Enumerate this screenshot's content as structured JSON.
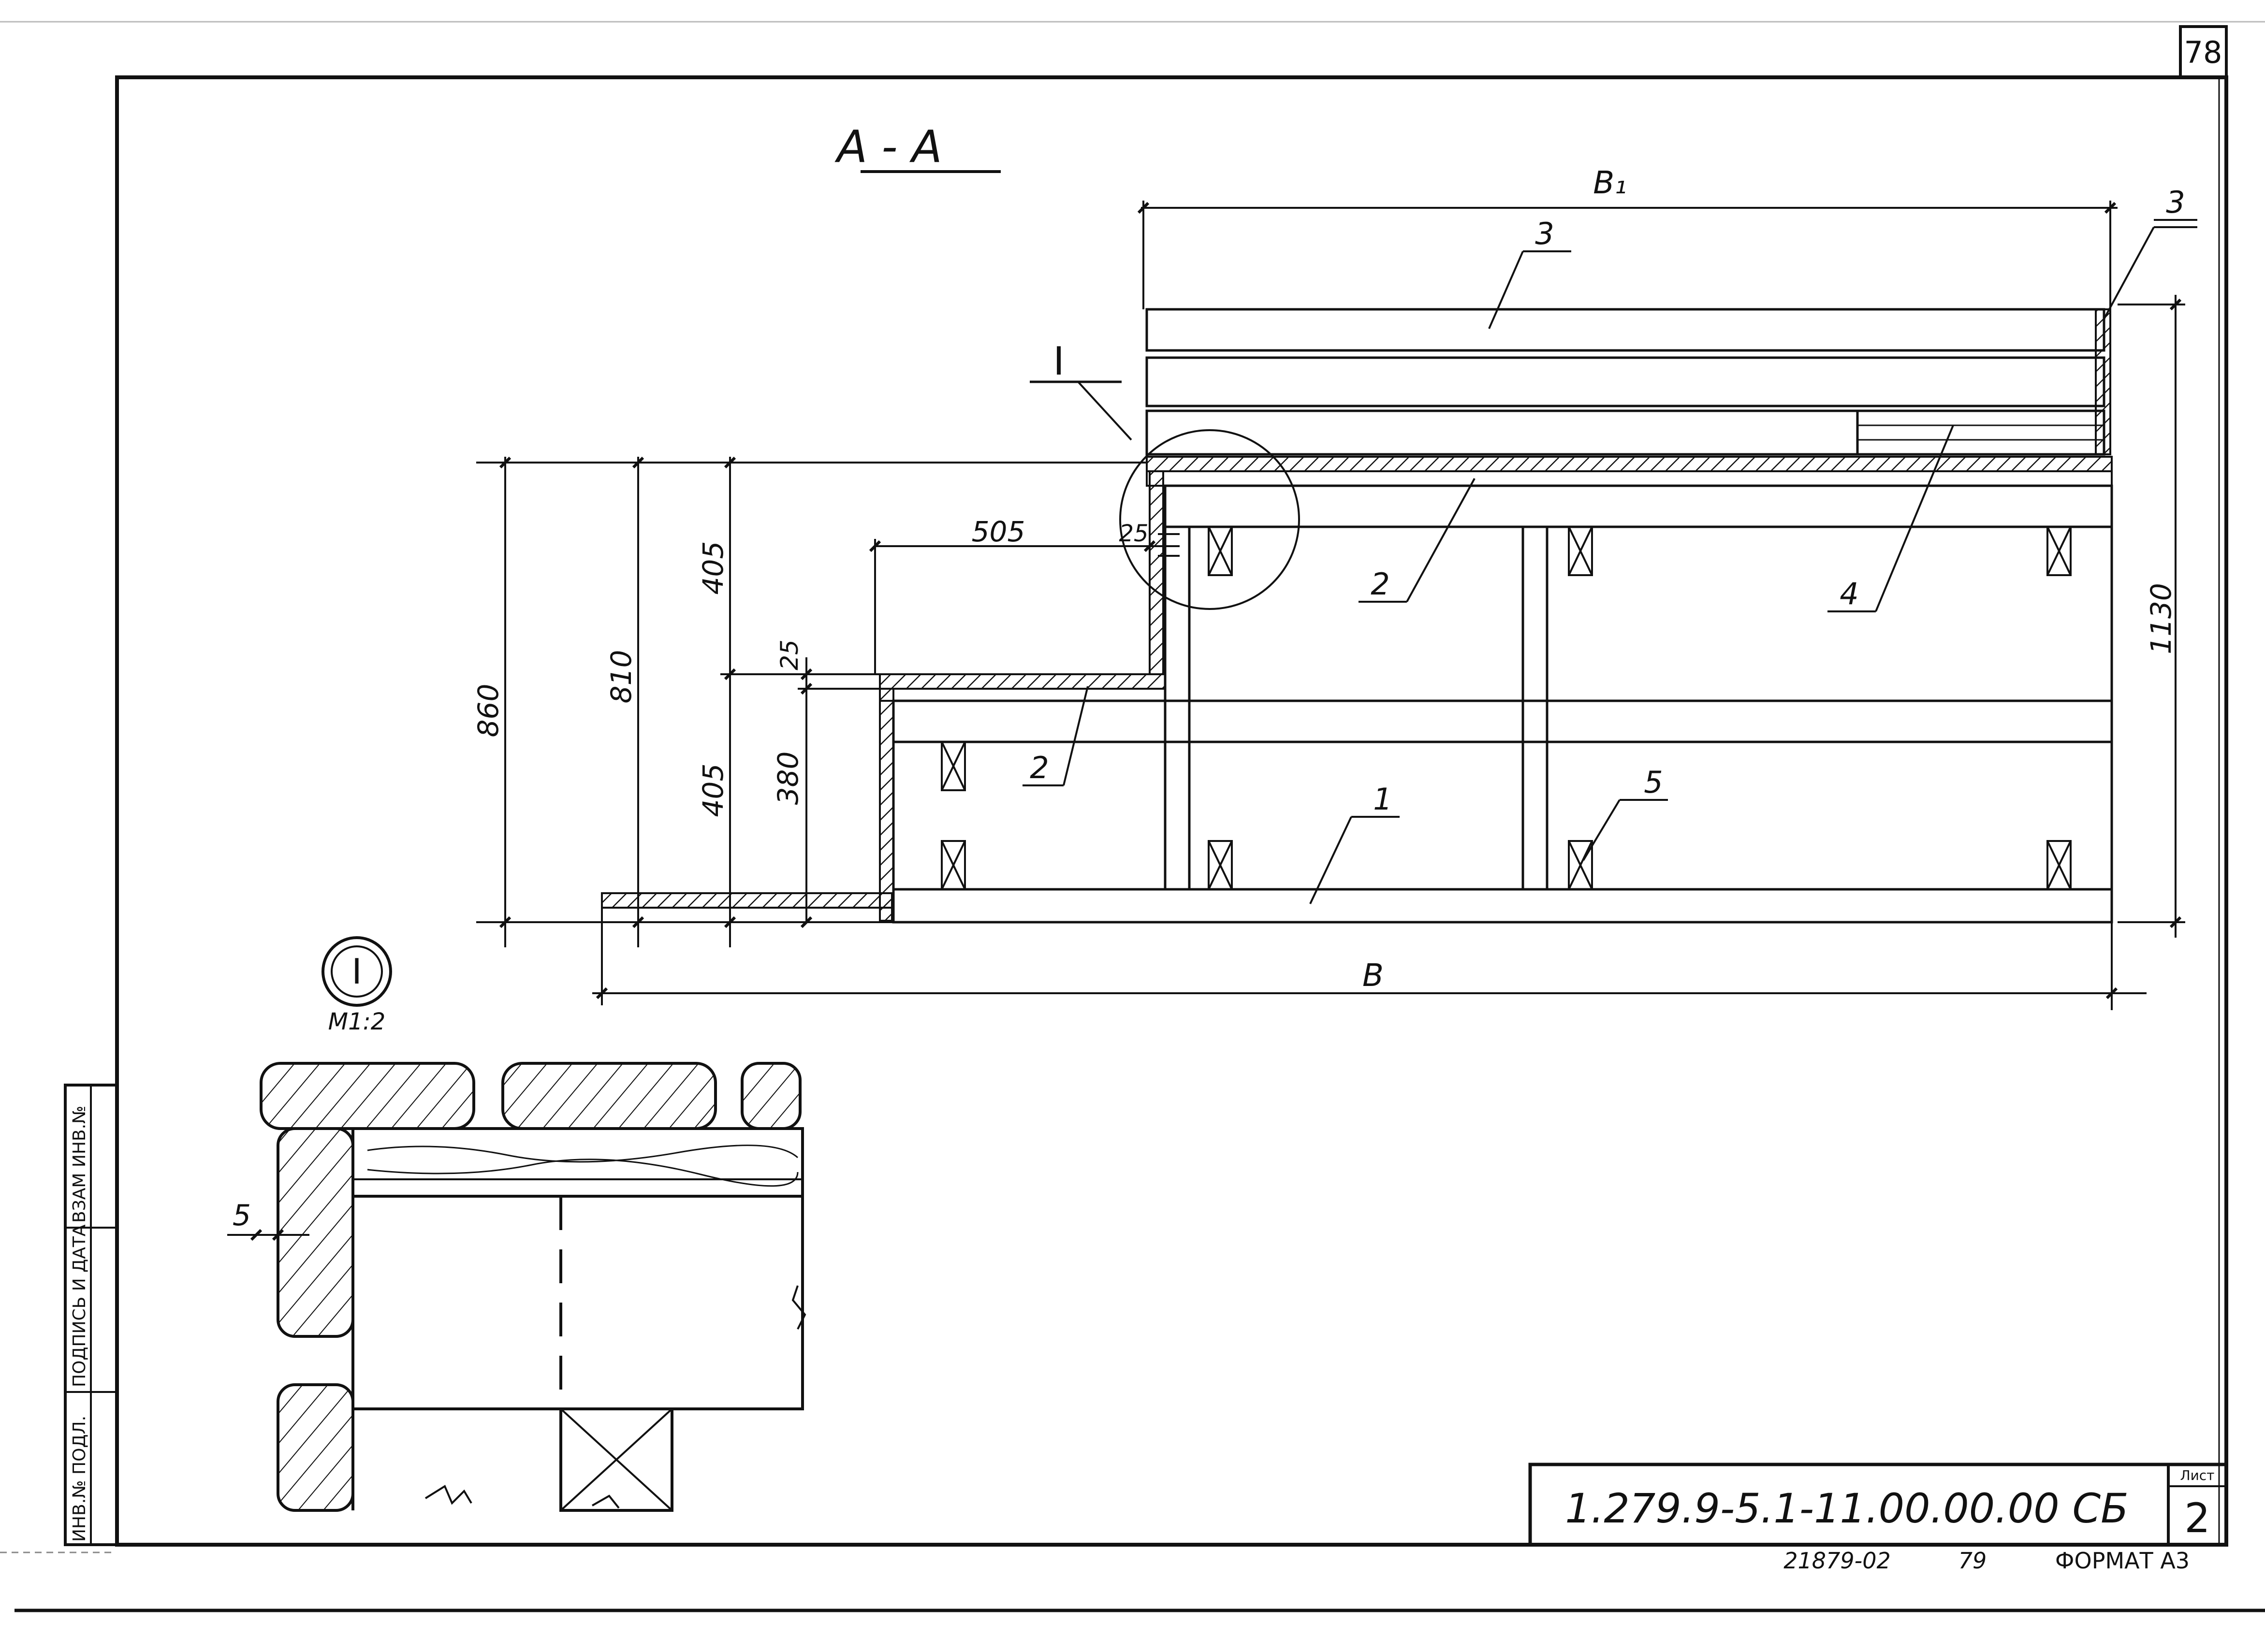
{
  "sheet": {
    "page_number": "78",
    "section_title": "A - A",
    "designation": "1.279.9-5.1-11.00.00.00 СБ",
    "sheet_label": "Лист",
    "sheet_number": "2",
    "format": "ФОРМАТ А3",
    "archive_number": "21879-02",
    "archive_suffix": "79"
  },
  "side_stamp": {
    "inv_podl": "ИНВ.№ ПОДЛ.",
    "podpis_data": "ПОДПИСЬ И ДАТА",
    "vzam_inv": "ВЗАМ ИНВ.№"
  },
  "dimensions": {
    "b1": "В₁",
    "b": "В",
    "d860": "860",
    "d810": "810",
    "d405_top": "405",
    "d405_bottom": "405",
    "d505": "505",
    "d25_upper": "25",
    "d25_lower": "25",
    "d380": "380",
    "d1130": "1130",
    "d5": "5"
  },
  "callouts": {
    "c1": "1",
    "c2_upper": "2",
    "c2_lower": "2",
    "c3_top": "3",
    "c3_right": "3",
    "c4": "4",
    "c5": "5",
    "detail_ref": "I"
  },
  "detail": {
    "marker": "I",
    "scale": "М1:2"
  }
}
